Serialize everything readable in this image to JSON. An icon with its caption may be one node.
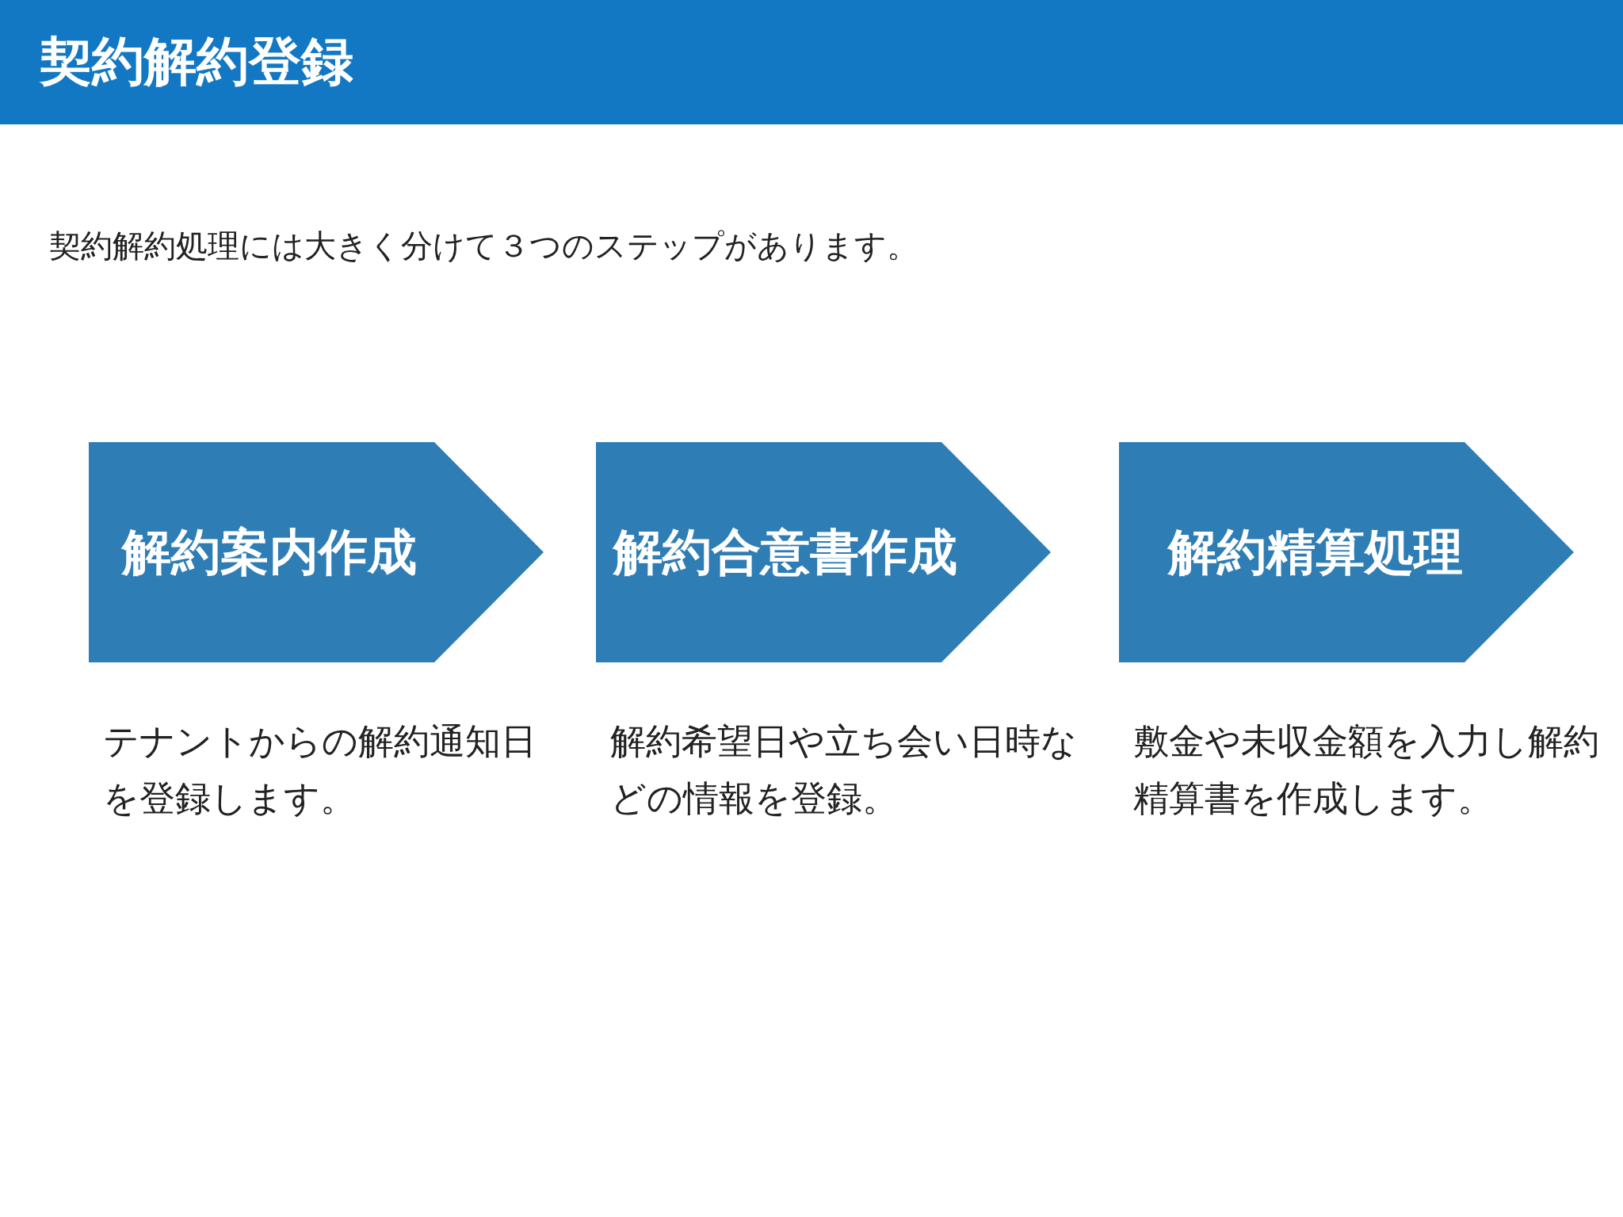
{
  "diagram": {
    "title": "契約解約登録",
    "nodes": [
      {
        "text": [
          "解約案内作成"
        ],
        "beside": [
          "テナントからの解約通知日を登録します。"
        ]
      },
      {
        "text": [
          "解約合意書作成"
        ],
        "beside": [
          "解約希望日や立ち会い日時などの情報を登録。"
        ]
      },
      {
        "text": [
          "解約精算処理"
        ],
        "beside": [
          "敷金や未収金額を入力し解約精算書を作成します。"
        ]
      }
    ],
    "edges": [],
    "labels": [
      "契約解約処理には大きく分けて３つのステップがあります。"
    ]
  }
}
